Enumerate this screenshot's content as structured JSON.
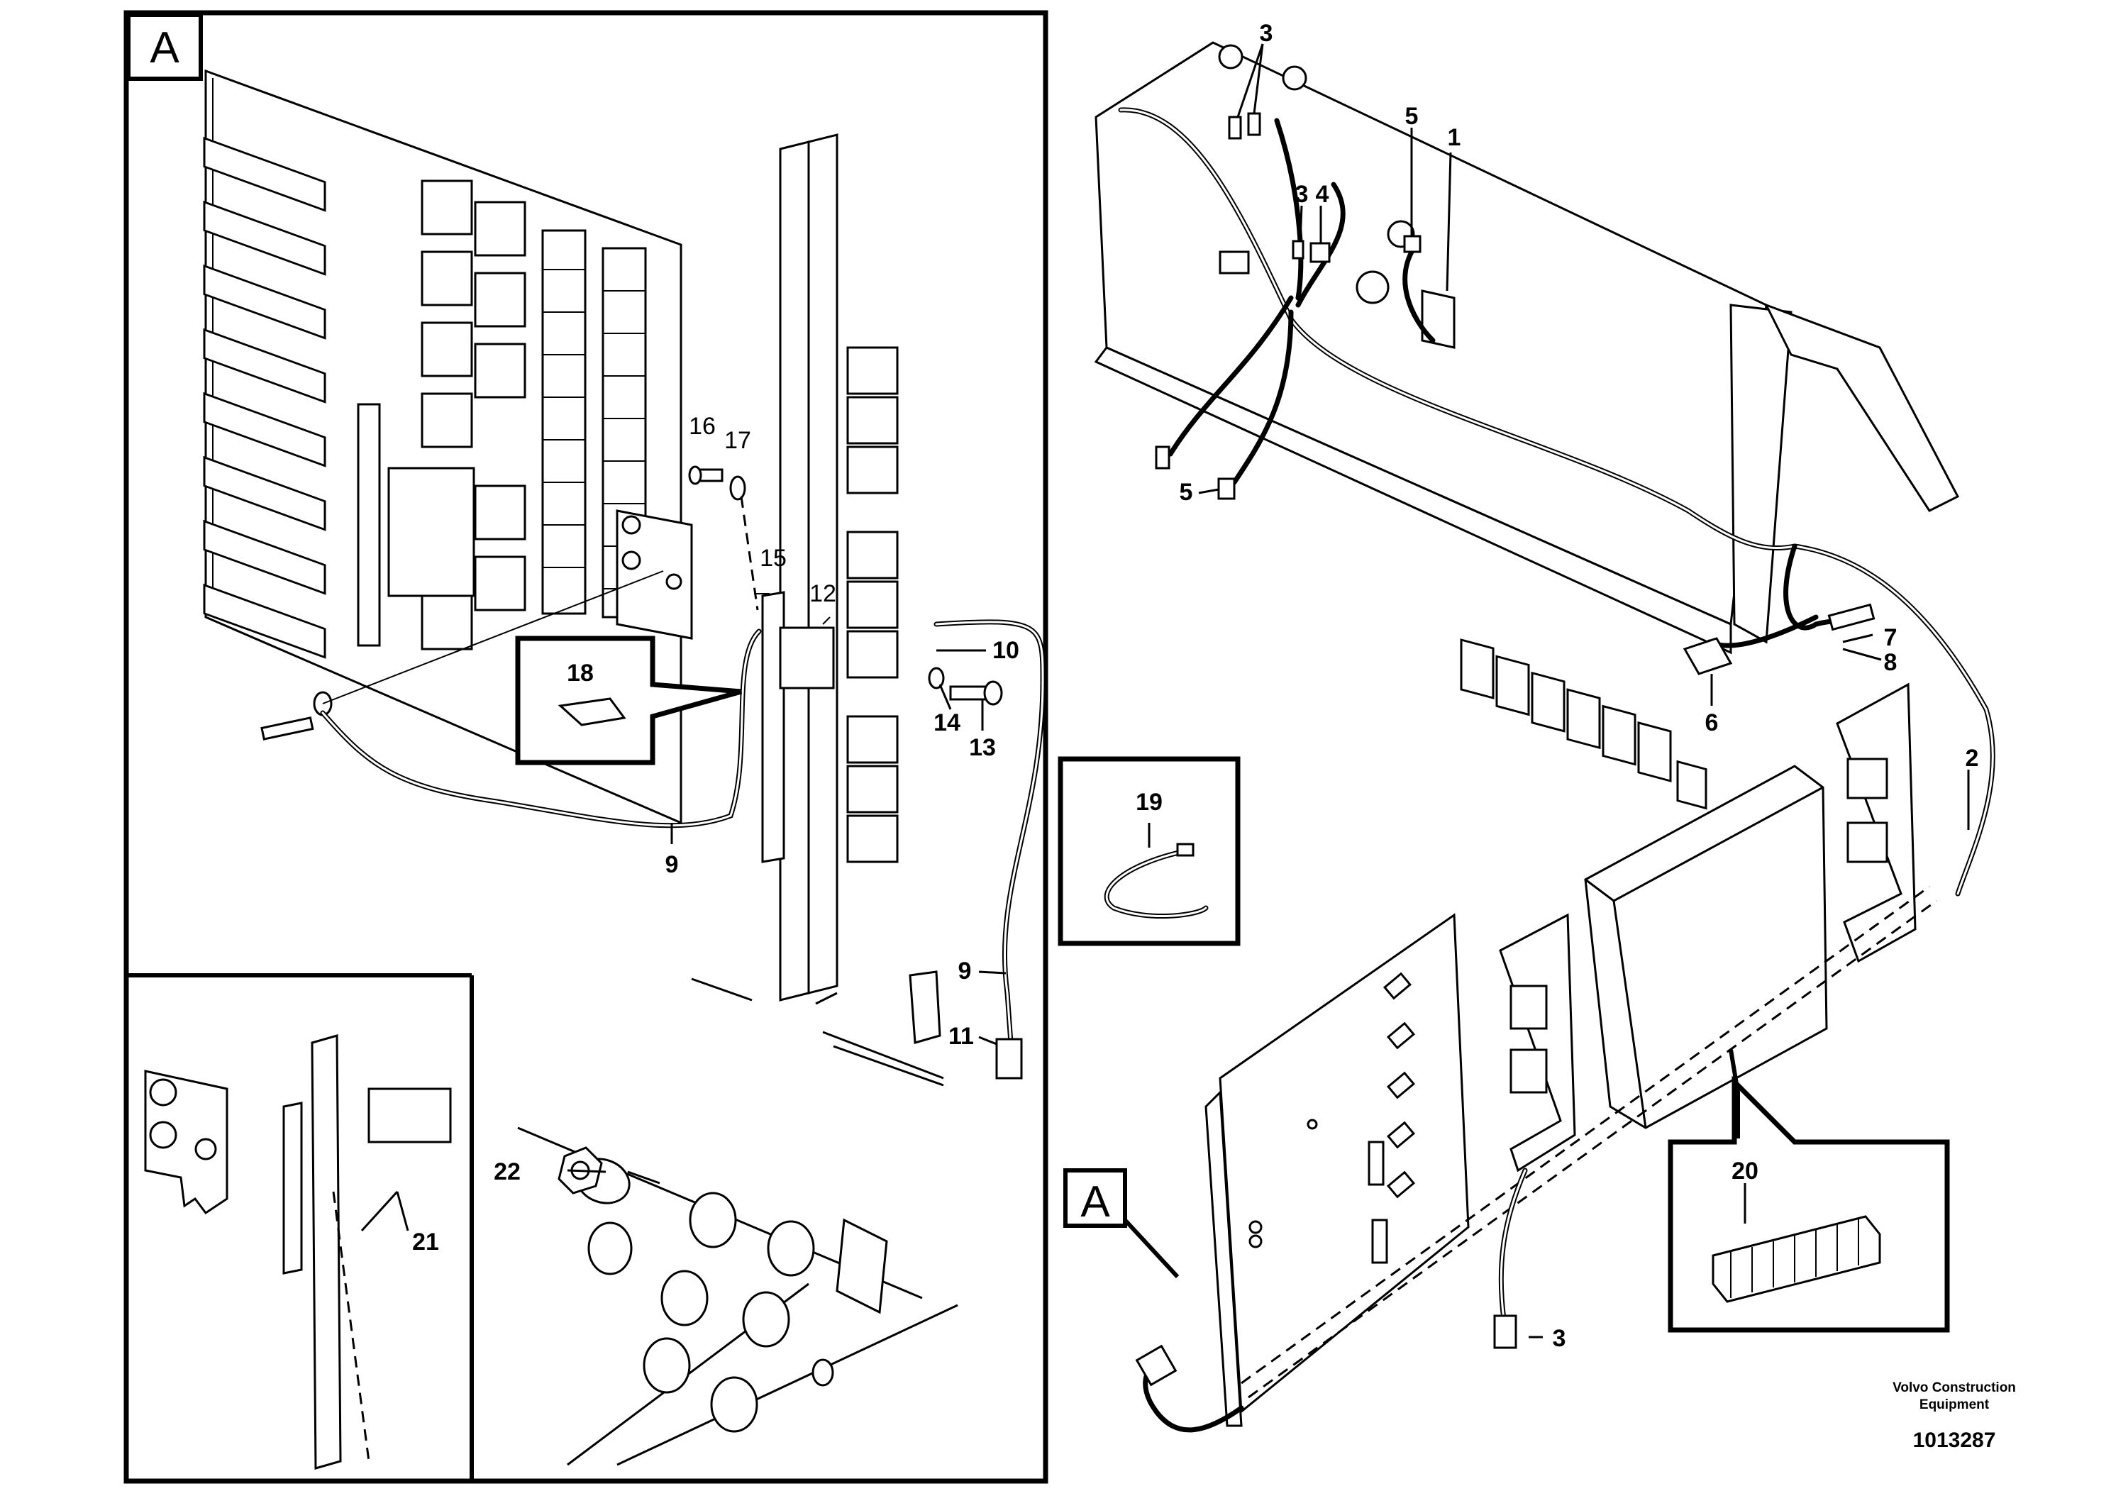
{
  "detail_labels": {
    "main": "A",
    "pointer": "A"
  },
  "callouts": {
    "c1": "1",
    "c2": "2",
    "c3a": "3",
    "c3b": "3",
    "c3c": "3",
    "c4": "4",
    "c5a": "5",
    "c5b": "5",
    "c6": "6",
    "c7": "7",
    "c8": "8",
    "c9a": "9",
    "c9b": "9",
    "c10": "10",
    "c11": "11",
    "c12": "12",
    "c13": "13",
    "c14": "14",
    "c15": "15",
    "c16": "16",
    "c17": "17",
    "c18": "18",
    "c19": "19",
    "c20": "20",
    "c21": "21",
    "c22": "22"
  },
  "footer": {
    "company_line1": "Volvo Construction",
    "company_line2": "Equipment",
    "drawing_number": "1013287"
  }
}
